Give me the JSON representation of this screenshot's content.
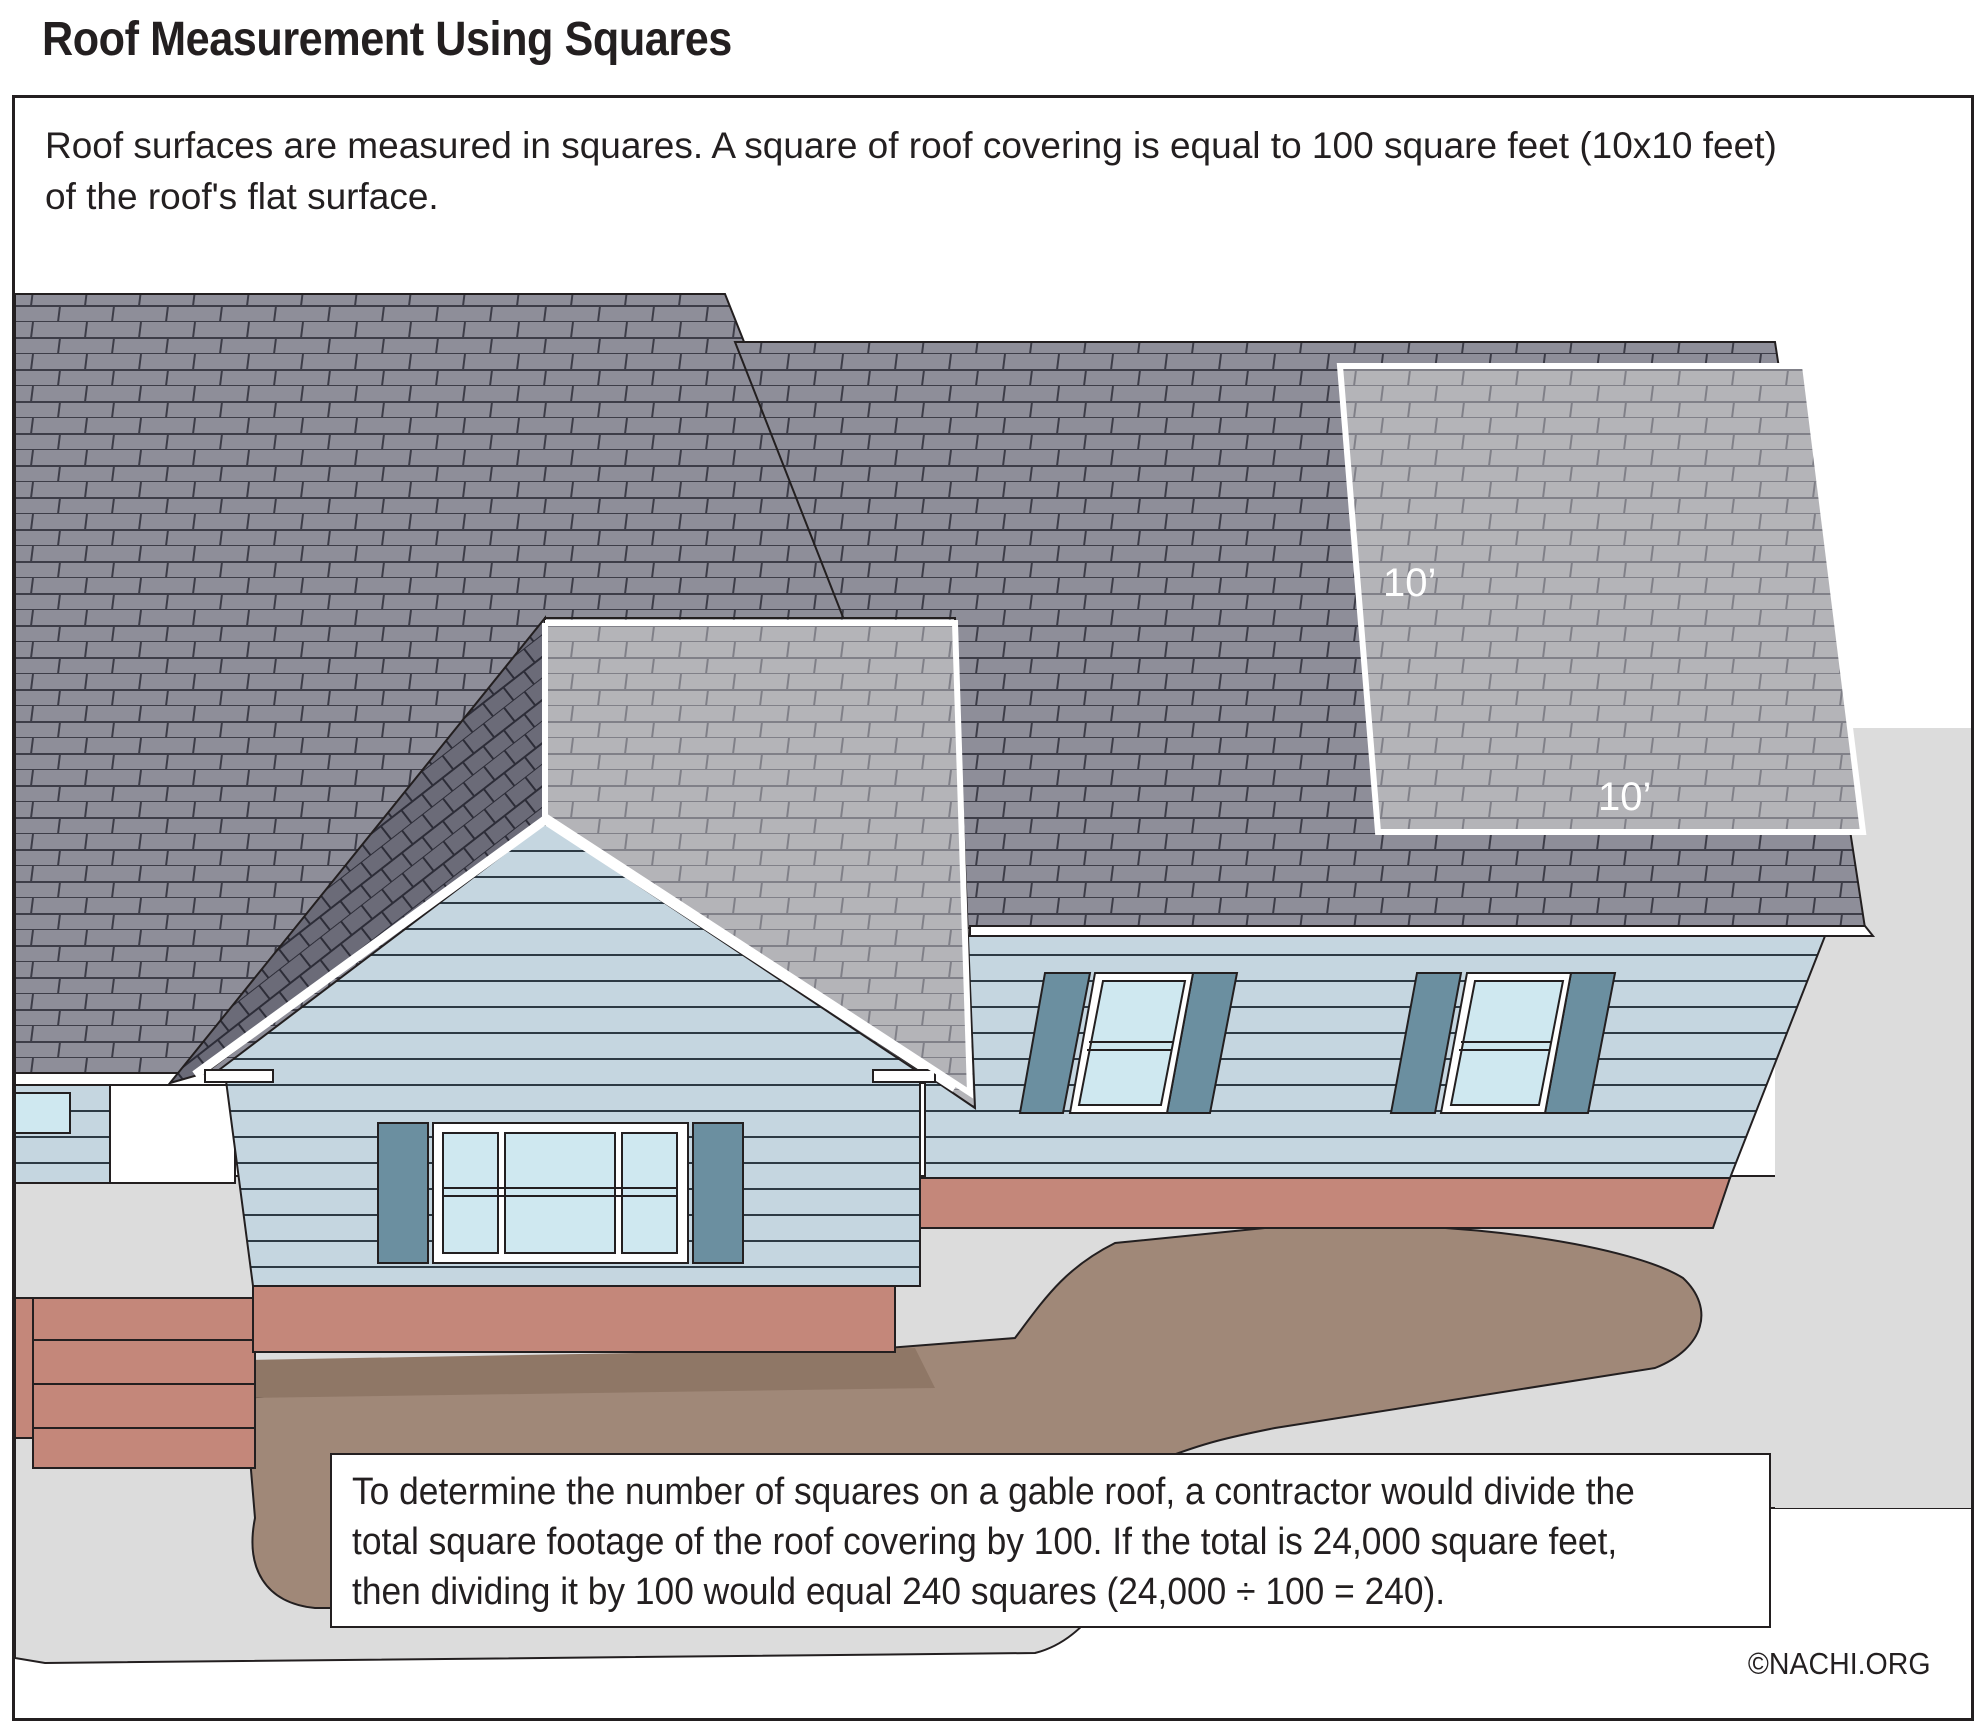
{
  "title": "Roof Measurement Using Squares",
  "intro_line1": "Roof surfaces are measured in squares. A square of roof covering is equal to 100 square feet (10x10 feet)",
  "intro_line2": "of the roof's flat surface.",
  "dimension_left": "10’",
  "dimension_bottom": "10’",
  "callout_line1": "To determine the number of squares on a gable roof, a contractor would divide the",
  "callout_line2": "total square footage of the roof covering by 100. If the total is 24,000 square feet,",
  "callout_line3": "then dividing it by 100 would equal 240 squares (24,000 ÷ 100 = 240).",
  "copyright": "©NACHI.ORG",
  "colors": {
    "shingle": "#8e8e99",
    "shingle_highlight": "#b4b4b8",
    "siding": "#c5d6e0",
    "shutter": "#6b8fa0",
    "foundation": "#c4877a",
    "driveway": "#a08878",
    "ground": "#dcdcdc"
  }
}
